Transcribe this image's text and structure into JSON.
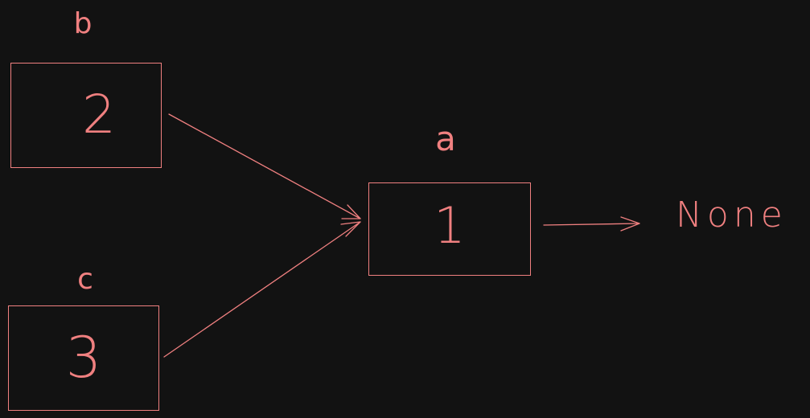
{
  "colors": {
    "background": "#121212",
    "stroke": "#f08080"
  },
  "nodes": {
    "b": {
      "name": "b",
      "value": "2"
    },
    "c": {
      "name": "c",
      "value": "3"
    },
    "a": {
      "name": "a",
      "value": "1"
    }
  },
  "terminal": {
    "label": "None"
  },
  "edges": [
    {
      "from": "b",
      "to": "a"
    },
    {
      "from": "c",
      "to": "a"
    },
    {
      "from": "a",
      "to": "None"
    }
  ]
}
